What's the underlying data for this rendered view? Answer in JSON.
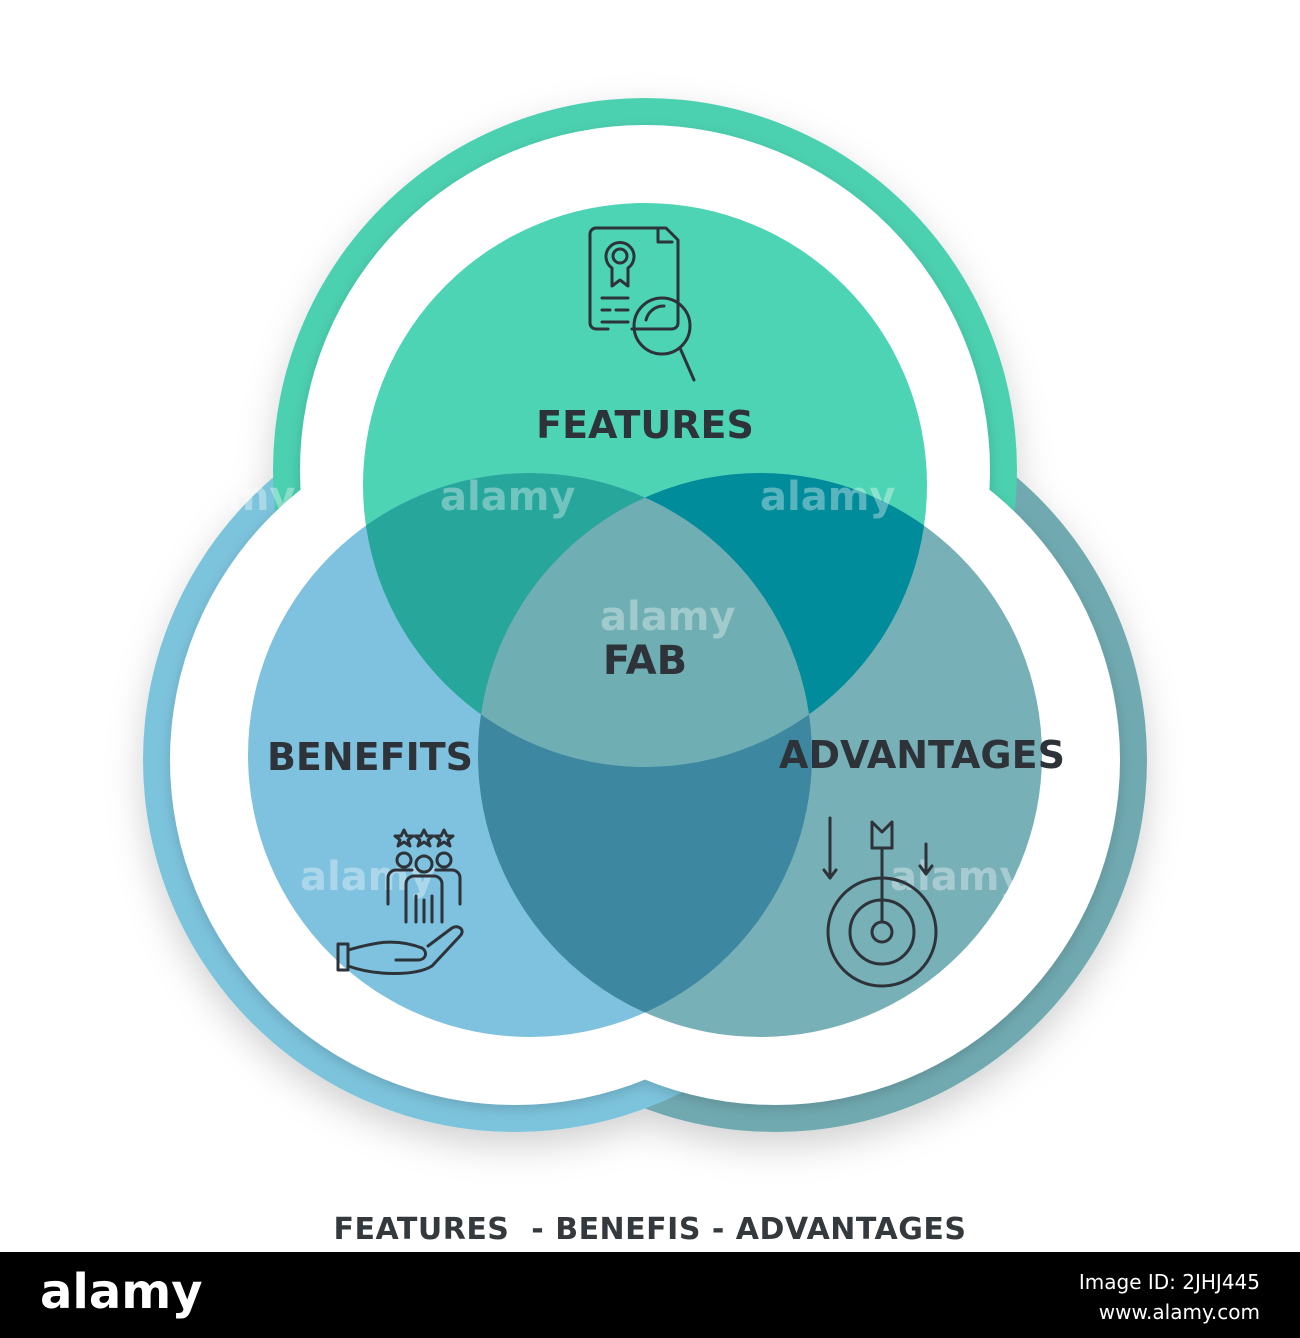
{
  "diagram": {
    "labels": {
      "top": "FEATURES",
      "left": "BENEFITS",
      "right": "ADVANTAGES",
      "center": "FAB"
    },
    "icons": {
      "top": "document-search-icon",
      "left": "hand-team-rating-icon",
      "right": "target-arrow-icon"
    },
    "colors": {
      "features": "#4dd4b4",
      "benefits": "#7fc2df",
      "advantages": "#78b0b8",
      "features_benefits": "#27a69c",
      "features_advantages": "#008c9a",
      "benefits_advantages": "#3d88a0",
      "center": "#6faeb2",
      "outer_top": "#4cd0b0",
      "outer_left": "#7cc3dc",
      "outer_right": "#6fa9b0",
      "text": "#2d3338"
    }
  },
  "caption": "FEATURES  - BENEFIS - ADVANTAGES",
  "watermark": {
    "text": "alamy"
  },
  "footer": {
    "logo": "alamy",
    "image_id": "Image ID: 2JHJ445",
    "site": "www.alamy.com"
  }
}
